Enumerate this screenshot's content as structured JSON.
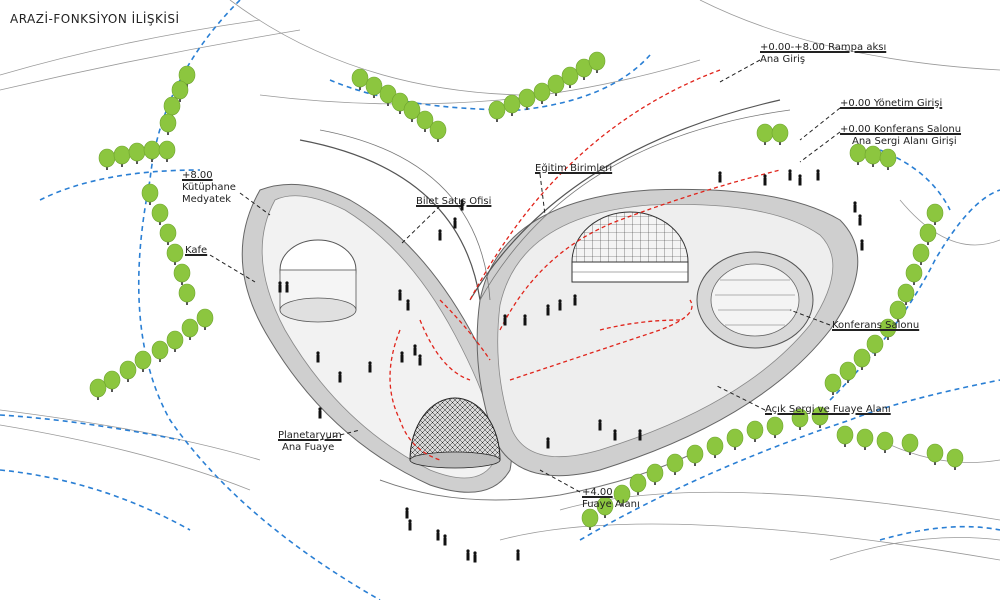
{
  "title": "ARAZİ-FONKSİYON İLİŞKİSİ",
  "labels": {
    "rampa_line1": "+0.00-+8.00 Rampa aksı",
    "rampa_line2": "Ana Giriş",
    "yonetim": "+0.00 Yönetim Girişi",
    "konferans_giris_line1": "+0.00 Konferans Salonu",
    "konferans_giris_line2": "Ana Sergi Alanı Girişi",
    "egitim": "Eğitim Birimleri",
    "bilet": "Bilet Satış Ofisi",
    "kutuphane_line1": "+8.00",
    "kutuphane_line2": "Kütüphane",
    "kutuphane_line3": "Medyatek",
    "kafe": "Kafe",
    "konferans_salonu": "Konferans Salonu",
    "acik_sergi": "Açık Sergi ve Fuaye Alanı",
    "planetaryum_line1": "Planetaryum",
    "planetaryum_line2": "Ana Fuaye",
    "fuaye_line1": "+4.00",
    "fuaye_line2": "Fuaye Alanı"
  },
  "colors": {
    "tree": "#8cc63f",
    "tree_trunk": "#555555",
    "path_blue": "#2a7fd4",
    "circulation_red": "#e0241b",
    "building_gray": "#bdbdbd",
    "building_light": "#e9e9e9"
  }
}
